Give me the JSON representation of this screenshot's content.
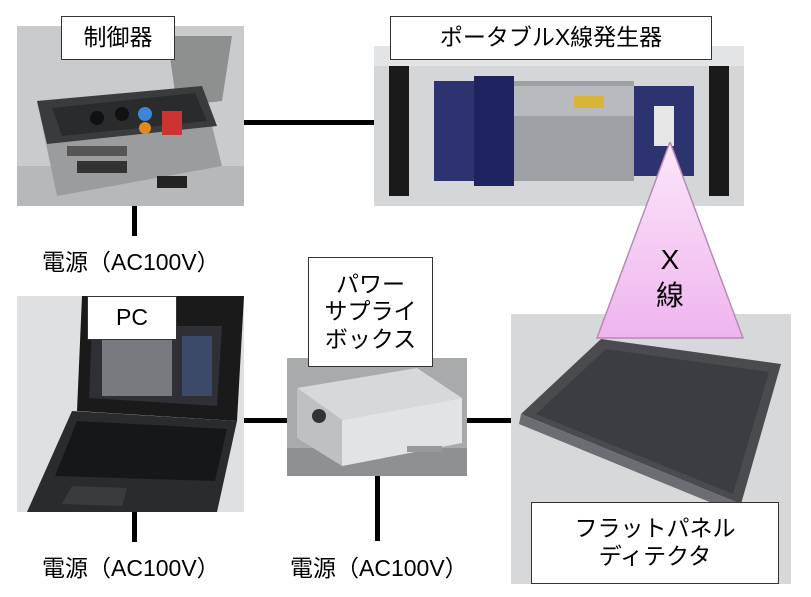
{
  "controller": {
    "label": "制御器"
  },
  "xray_generator": {
    "label": "ポータブルX線発生器"
  },
  "xray_beam": {
    "line1": "X",
    "line2": "線"
  },
  "pc": {
    "label": "PC"
  },
  "power_supply_box": {
    "line1": "パワー",
    "line2": "サプライ",
    "line3": "ボックス"
  },
  "flat_panel_detector": {
    "line1": "フラットパネル",
    "line2": "ディテクタ"
  },
  "power_labels": {
    "controller": "電源（AC100V）",
    "pc": "電源（AC100V）",
    "power_supply": "電源（AC100V）"
  },
  "colors": {
    "beam_fill": "#f4bff2",
    "beam_edge": "#b88ab4",
    "line": "#000000"
  }
}
